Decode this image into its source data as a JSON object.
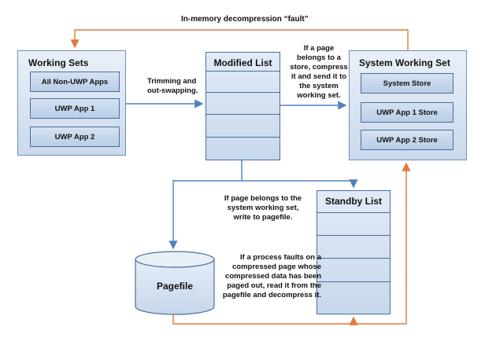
{
  "colors": {
    "orange_arrow": "#e07a3a",
    "blue_arrow": "#4f81bd",
    "panel_fill": "#d6e3f3",
    "panel_border": "#6f8fb6"
  },
  "top_label": "In-memory decompression “fault”",
  "working_sets": {
    "title": "Working Sets",
    "items": [
      "All Non-UWP Apps",
      "UWP App 1",
      "UWP App 2"
    ]
  },
  "modified_list": {
    "title": "Modified List"
  },
  "system_working_set": {
    "title": "System Working Set",
    "items": [
      "System Store",
      "UWP App 1 Store",
      "UWP App 2 Store"
    ]
  },
  "standby_list": {
    "title": "Standby List"
  },
  "pagefile": {
    "label": "Pagefile"
  },
  "notes": {
    "trimming": [
      "Trimming and",
      "out-swapping."
    ],
    "store_compress": [
      "If a page",
      "belongs to a",
      "store, compress",
      "it and send it to",
      "the system",
      "working set."
    ],
    "system_ws_pagefile": [
      "If page belongs to the",
      "system working set,",
      "write to pagefile."
    ],
    "process_faults": [
      "If a process faults on a",
      "compressed page whose",
      "compressed data has been",
      "paged out, read it from the",
      "pagefile and decompress it."
    ]
  }
}
